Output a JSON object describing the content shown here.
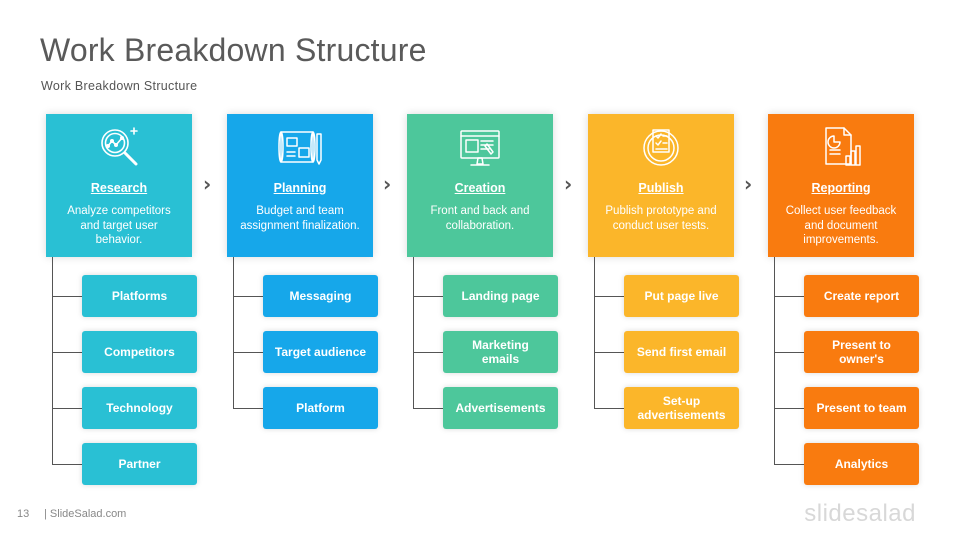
{
  "title": "Work Breakdown Structure",
  "subtitle": "Work  Breakdown  Structure",
  "footer": {
    "page_number": "13",
    "site": "| SlideSalad.com",
    "logo": "slidesalad"
  },
  "chevron": "›",
  "colors": {
    "research": "#29c0d4",
    "planning": "#16a7ea",
    "creation": "#4dc79b",
    "publish": "#fbb62a",
    "reporting": "#f97b0f"
  },
  "columns": [
    {
      "key": "research",
      "icon": "magnifier-chart-icon",
      "title": "Research",
      "description": "Analyze competitors and target user behavior.",
      "items": [
        "Platforms",
        "Competitors",
        "Technology",
        "Partner"
      ]
    },
    {
      "key": "planning",
      "icon": "blueprint-icon",
      "title": "Planning",
      "description": "Budget and team assignment finalization.",
      "items": [
        "Messaging",
        "Target audience",
        "Platform"
      ]
    },
    {
      "key": "creation",
      "icon": "design-monitor-icon",
      "title": "Creation",
      "description": "Front and back and collaboration.",
      "items": [
        "Landing page",
        "Marketing emails",
        "Advertisements"
      ]
    },
    {
      "key": "publish",
      "icon": "checklist-gear-icon",
      "title": "Publish",
      "description": "Publish prototype and conduct user tests.",
      "items": [
        "Put page live",
        "Send first email",
        "Set-up advertisements"
      ]
    },
    {
      "key": "reporting",
      "icon": "report-chart-icon",
      "title": "Reporting",
      "description": "Collect user feedback and document improvements.",
      "items": [
        "Create report",
        "Present to owner's",
        "Present to team",
        "Analytics"
      ]
    }
  ]
}
